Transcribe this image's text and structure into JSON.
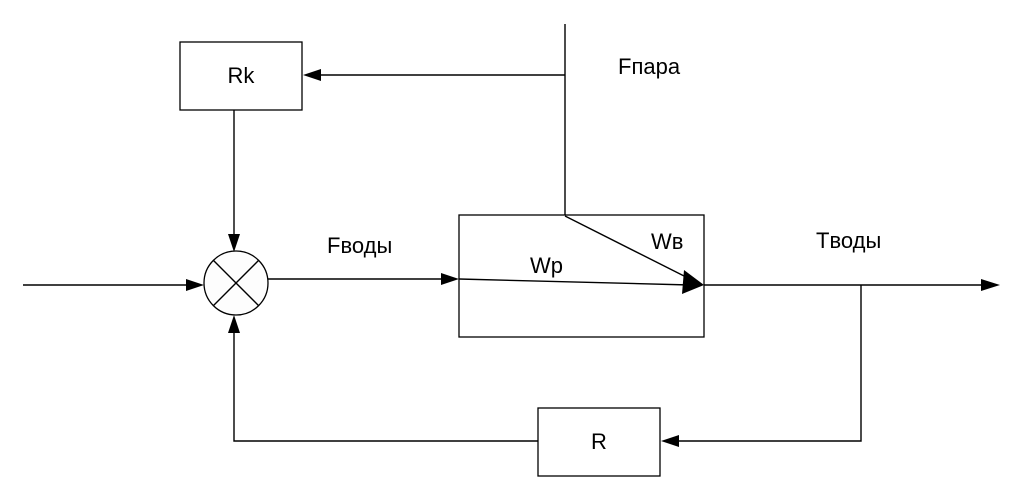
{
  "diagram": {
    "title": "",
    "blocks": {
      "rk": {
        "label": "Rk"
      },
      "plant": {
        "label": ""
      },
      "r": {
        "label": "R"
      }
    },
    "signals": {
      "steam_flow": "Fпара",
      "water_flow": "Fводы",
      "water_temp": "Tводы"
    },
    "transfer_functions": {
      "wp": "Wp",
      "wv": "Wв"
    },
    "summing_junction": {
      "symbol": "cross-circle"
    }
  }
}
